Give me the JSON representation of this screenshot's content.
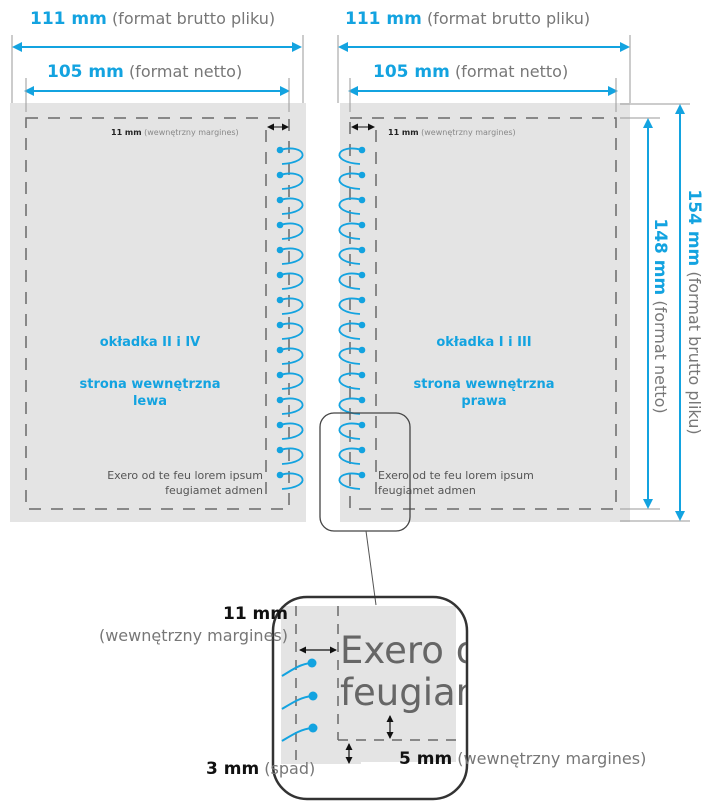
{
  "top_labels": {
    "left_gross": {
      "value": "111 mm",
      "desc": "(format brutto pliku)"
    },
    "left_net": {
      "value": "105 mm",
      "desc": "(format netto)"
    },
    "right_gross": {
      "value": "111 mm",
      "desc": "(format brutto pliku)"
    },
    "right_net": {
      "value": "105 mm",
      "desc": "(format netto)"
    }
  },
  "side_labels": {
    "net_height": {
      "value": "148 mm",
      "desc": "(format netto)"
    },
    "gross_height": {
      "value": "154 mm",
      "desc": "(format brutto pliku)"
    }
  },
  "left_page": {
    "margin_value": "11 mm",
    "margin_desc": "(wewnętrzny margines)",
    "title": "okładka II i IV",
    "subtitle_line1": "strona wewnętrzna",
    "subtitle_line2": "lewa",
    "body_line1": "Exero od te feu lorem ipsum",
    "body_line2": "feugiamet admen"
  },
  "right_page": {
    "margin_value": "11 mm",
    "margin_desc": "(wewnętrzny margines)",
    "title": "okładka I i III",
    "subtitle_line1": "strona wewnętrzna",
    "subtitle_line2": "prawa",
    "body_line1": "Exero od te feu lorem ipsum",
    "body_line2": "feugiamet admen"
  },
  "zoom": {
    "margin_value": "11 mm",
    "margin_desc": "(wewnętrzny margines)",
    "text_line1": "Exero o",
    "text_line2": "feugiam",
    "bleed_value": "3 mm",
    "bleed_desc": "(spad)",
    "inner_value": "5 mm",
    "inner_desc": "(wewnętrzny margines)"
  },
  "colors": {
    "accent": "#13a3e0",
    "page_fill": "#e4e4e4",
    "dash": "#6a6a6a"
  }
}
